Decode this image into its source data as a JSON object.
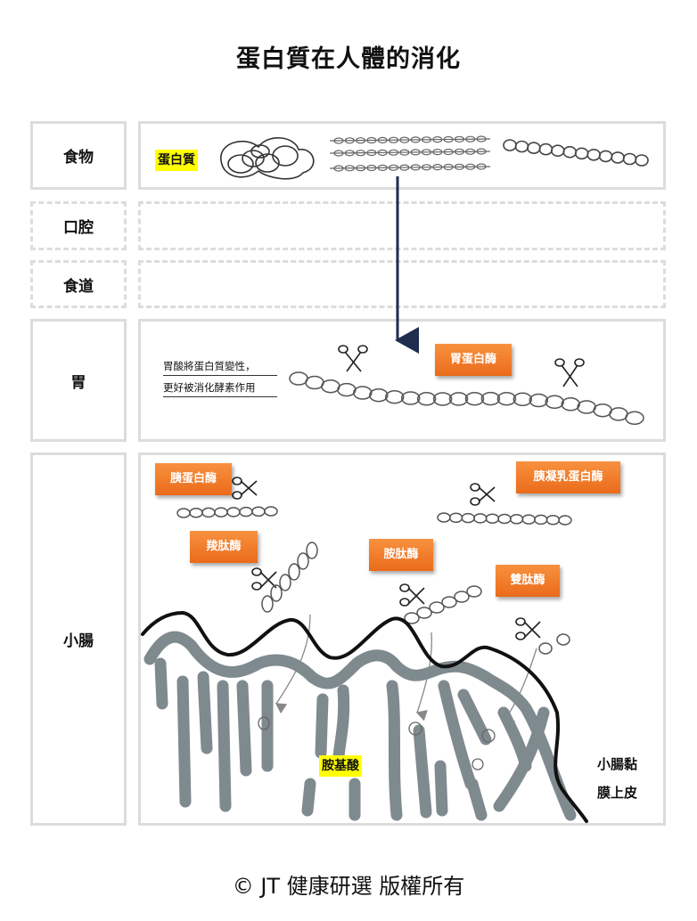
{
  "title": "蛋白質在人體的消化",
  "rows": [
    {
      "label": "食物"
    },
    {
      "label": "口腔"
    },
    {
      "label": "食道"
    },
    {
      "label": "胃"
    },
    {
      "label": "小腸"
    }
  ],
  "food": {
    "protein_label": "蛋白質"
  },
  "stomach": {
    "note_line1": "胃酸將蛋白質變性，",
    "note_line2": "更好被消化酵素作用",
    "enzyme": "胃蛋白酶"
  },
  "intestine": {
    "enzymes": [
      "胰蛋白酶",
      "胰凝乳蛋白酶",
      "羧肽酶",
      "胺肽酶",
      "雙肽酶"
    ],
    "amino_acid_label": "胺基酸",
    "mucosa_line1": "小腸黏",
    "mucosa_line2": "膜上皮"
  },
  "copyright": "© JT 健康研選 版權所有",
  "colors": {
    "enzyme_box": "#f07f2a",
    "highlight": "#ffff00",
    "villi": "#7f8a8f",
    "border": "#dcdcdc"
  }
}
